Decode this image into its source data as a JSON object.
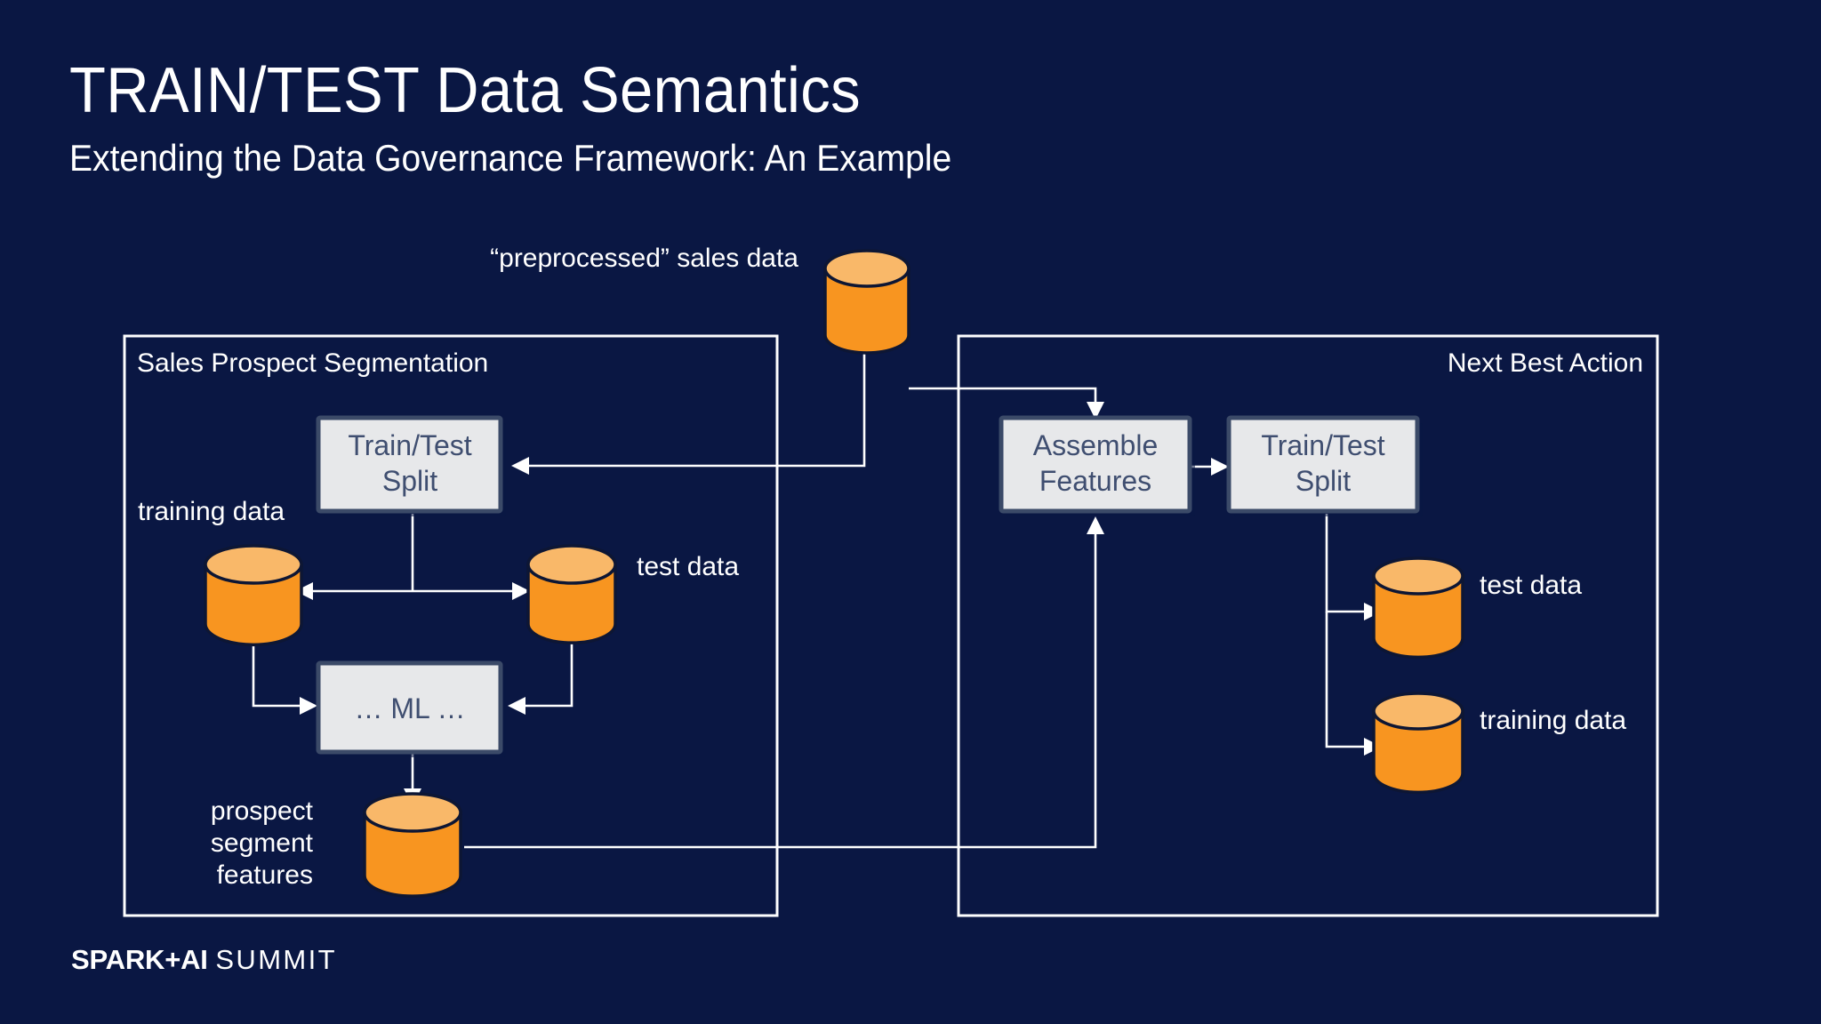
{
  "slide": {
    "background_color": "#0a1743",
    "title": "TRAIN/TEST Data Semantics",
    "subtitle": "Extending the Data Governance Framework: An Example",
    "footer": {
      "logo_bold": "SPARK+AI",
      "logo_light": "SUMMIT"
    }
  },
  "palette": {
    "background": "#0a1743",
    "database_body": "#f89520",
    "database_top": "#f9b869",
    "database_outline": "#0d1634",
    "process_fill": "#e7e8ea",
    "process_border": "#3b4a68",
    "process_text": "#3f4e70",
    "connector": "#ffffff",
    "label_text": "#ffffff"
  },
  "diagram": {
    "source": {
      "label": "“preprocessed” sales data",
      "node_name": "preprocessed-sales-data-database"
    },
    "groups": [
      {
        "id": "sales-prospect-segmentation",
        "label": "Sales Prospect Segmentation",
        "label_align": "left"
      },
      {
        "id": "next-best-action",
        "label": "Next Best Action",
        "label_align": "right"
      }
    ],
    "left_group": {
      "process_split": "Train/Test\nSplit",
      "process_split_line1": "Train/Test",
      "process_split_line2": "Split",
      "process_ml": "… ML …",
      "training_data_label": "training data",
      "test_data_label": "test data",
      "output_label_line1": "prospect",
      "output_label_line2": "segment",
      "output_label_line3": "features"
    },
    "right_group": {
      "process_assemble_line1": "Assemble",
      "process_assemble_line2": "Features",
      "process_split_line1": "Train/Test",
      "process_split_line2": "Split",
      "test_data_label": "test data",
      "training_data_label": "training data"
    }
  }
}
